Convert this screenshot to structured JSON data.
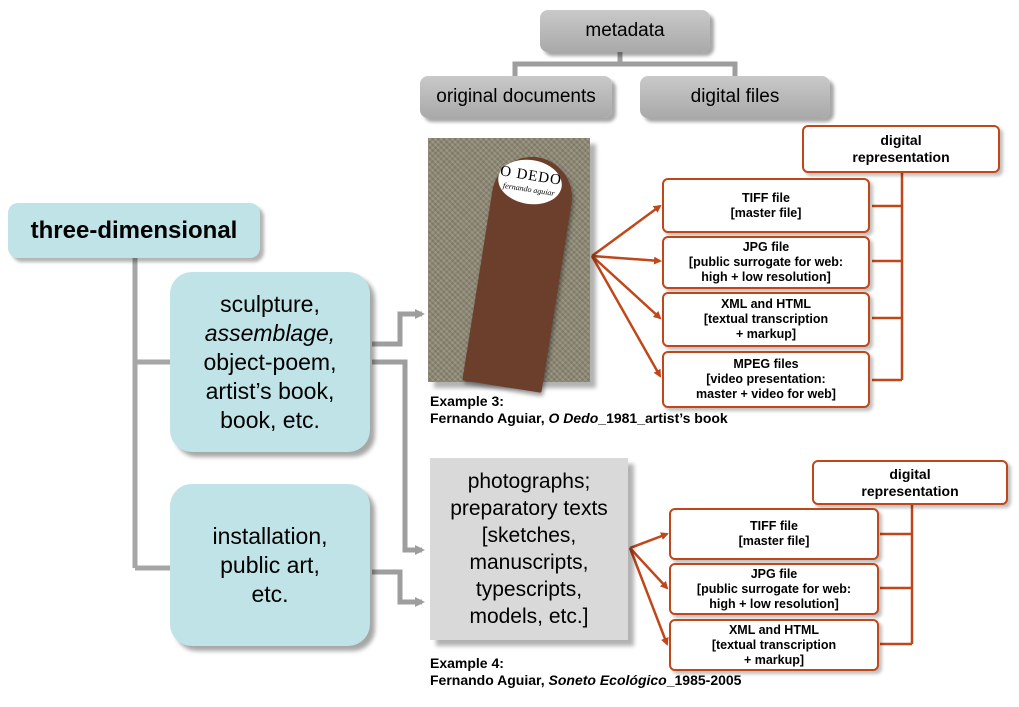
{
  "top": {
    "metadata": "metadata",
    "original_documents": "original documents",
    "digital_files": "digital files"
  },
  "root": {
    "label": "three-dimensional"
  },
  "categories": [
    {
      "lines": [
        "sculpture,",
        "assemblage,",
        "object-poem,",
        "artist’s book,",
        "book, etc."
      ]
    },
    {
      "lines": [
        "installation,",
        "public art,",
        "etc."
      ]
    }
  ],
  "example3": {
    "photo": {
      "title": "O DEDO",
      "subtitle": "fernando aguiar"
    },
    "caption_line1": "Example 3:",
    "caption_prefix": "Fernando Aguiar, ",
    "caption_title": "O Dedo",
    "caption_suffix": "_1981_artist’s  book",
    "digital_representation": [
      "digital",
      "representation"
    ],
    "files": [
      {
        "lines": [
          "TIFF file",
          "[master file]"
        ]
      },
      {
        "lines": [
          "JPG file",
          "[public surrogate for web:",
          "high + low resolution]"
        ]
      },
      {
        "lines": [
          "XML and HTML",
          "[textual transcription",
          "+ markup]"
        ]
      },
      {
        "lines": [
          "MPEG files",
          "[video presentation:",
          "master + video for web]"
        ]
      }
    ]
  },
  "example4": {
    "box_lines": [
      "photographs;",
      "preparatory texts",
      "[sketches,",
      "manuscripts,",
      "typescripts,",
      "models, etc.]"
    ],
    "caption_line1": "Example 4:",
    "caption_prefix": "Fernando Aguiar, ",
    "caption_title": "Soneto Ecológico",
    "caption_suffix": "_1985-2005",
    "digital_representation": [
      "digital",
      "representation"
    ],
    "files": [
      {
        "lines": [
          "TIFF file",
          "[master file]"
        ]
      },
      {
        "lines": [
          "JPG file",
          "[public surrogate for web:",
          "high + low resolution]"
        ]
      },
      {
        "lines": [
          "XML and HTML",
          "[textual transcription",
          "+ markup]"
        ]
      }
    ]
  },
  "colors": {
    "accent": "#c0471a",
    "teal": "#bfe3e6",
    "gray": "#b5b5b5",
    "connector": "#9e9e9e"
  }
}
